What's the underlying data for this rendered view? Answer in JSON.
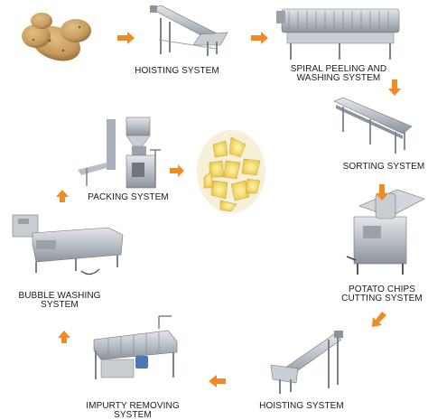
{
  "diagram": {
    "colors": {
      "arrow": "#f08a24",
      "steel": "#b9bfc6",
      "steel_dark": "#6f767e",
      "potato": "#c79a5b",
      "chip": "#f2d94a",
      "motor": "#4a78b5"
    },
    "steps": [
      {
        "id": "potatoes",
        "icon": "raw-potatoes-icon"
      },
      {
        "id": "hoisting-1",
        "icon": "incline-conveyor-icon",
        "label_lines": [
          "HOISTING SYSTEM"
        ]
      },
      {
        "id": "peeling",
        "icon": "peeling-washing-machine-icon",
        "label_lines": [
          "SPIRAL PEELING AND",
          "WASHING  SYSTEM"
        ]
      },
      {
        "id": "sorting",
        "icon": "sorting-conveyor-icon",
        "label_lines": [
          "SORTING SYSTEM"
        ]
      },
      {
        "id": "cutting",
        "icon": "chips-cutter-icon",
        "label_lines": [
          "POTATO CHIPS",
          "CUTTING SYSTEM"
        ]
      },
      {
        "id": "hoisting-2",
        "icon": "incline-conveyor-icon",
        "label_lines": [
          "HOISTING SYSTEM"
        ]
      },
      {
        "id": "impurity",
        "icon": "impurity-remover-icon",
        "label_lines": [
          "IMPURTY REMOVING",
          "SYSTEM"
        ]
      },
      {
        "id": "bubble",
        "icon": "bubble-washer-icon",
        "label_lines": [
          "BUBBLE  WASHING",
          "SYSTEM"
        ]
      },
      {
        "id": "packing",
        "icon": "packing-machine-icon",
        "label_lines": [
          "PACKING  SYSTEM"
        ]
      },
      {
        "id": "chips",
        "icon": "potato-chips-icon"
      }
    ]
  }
}
